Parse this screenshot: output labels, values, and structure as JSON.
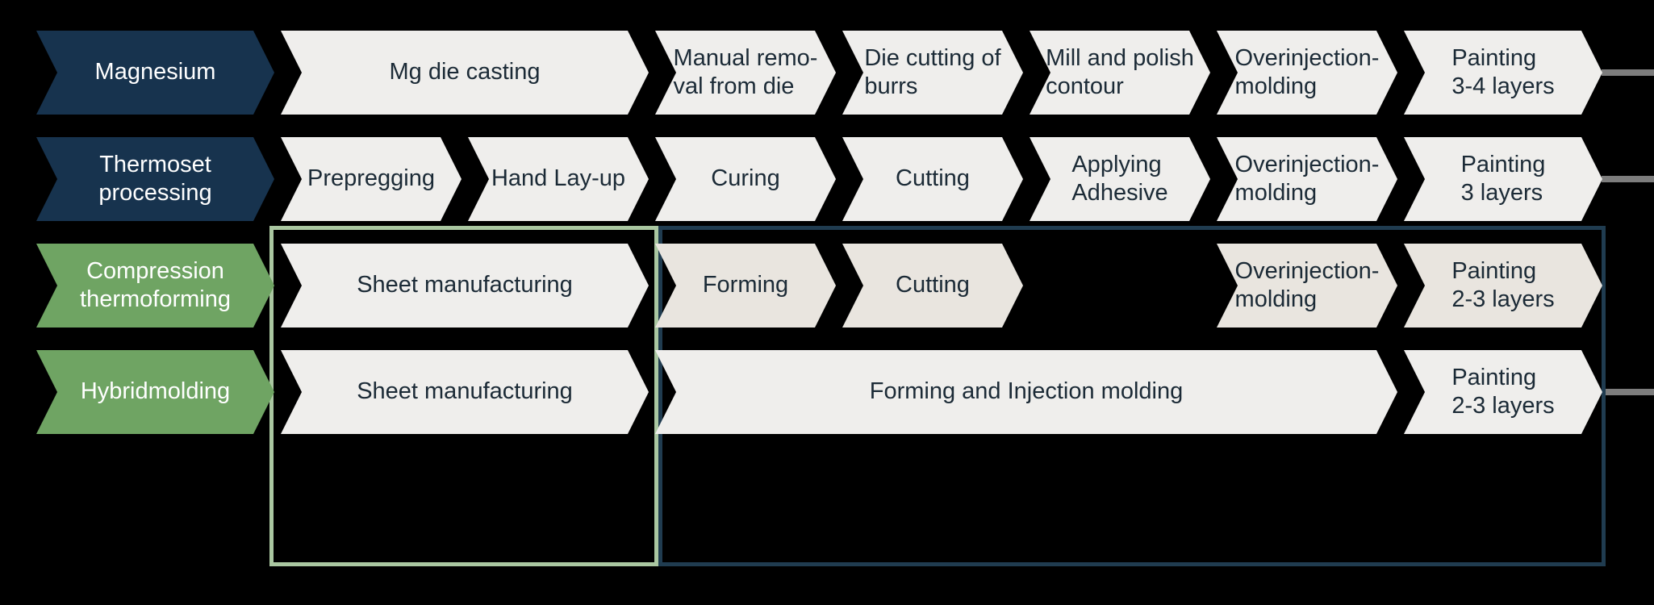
{
  "palette": {
    "background": "#000000",
    "navy_label": "#17334e",
    "green_label": "#6fa463",
    "step_light": "#efeeec",
    "step_beige": "#e9e5df",
    "step_text": "#1b2a36",
    "label_text": "#ffffff",
    "green_box_border": "#aac7a1",
    "navy_box_border": "#203c50",
    "connector_gray": "#7d7d7d"
  },
  "rows": [
    {
      "label": "Magnesium",
      "steps": [
        "Mg die casting",
        "Manual remo-\nval from die",
        "Die cutting of\nburrs",
        "Mill and polish\ncontour",
        "Overinjection-\nmolding",
        "Painting\n3-4 layers"
      ]
    },
    {
      "label": "Thermoset\nprocessing",
      "steps": [
        "Prepregging",
        "Hand Lay-up",
        "Curing",
        "Cutting",
        "Applying\nAdhesive",
        "Overinjection-\nmolding",
        "Painting\n3 layers"
      ]
    },
    {
      "label": "Compression\nthermoforming",
      "steps": [
        "Sheet manufacturing",
        "Forming",
        "Cutting",
        "Overinjection-\nmolding",
        "Painting\n2-3 layers"
      ]
    },
    {
      "label": "Hybridmolding",
      "steps": [
        "Sheet manufacturing",
        "Forming and Injection molding",
        "Painting\n2-3 layers"
      ]
    }
  ]
}
